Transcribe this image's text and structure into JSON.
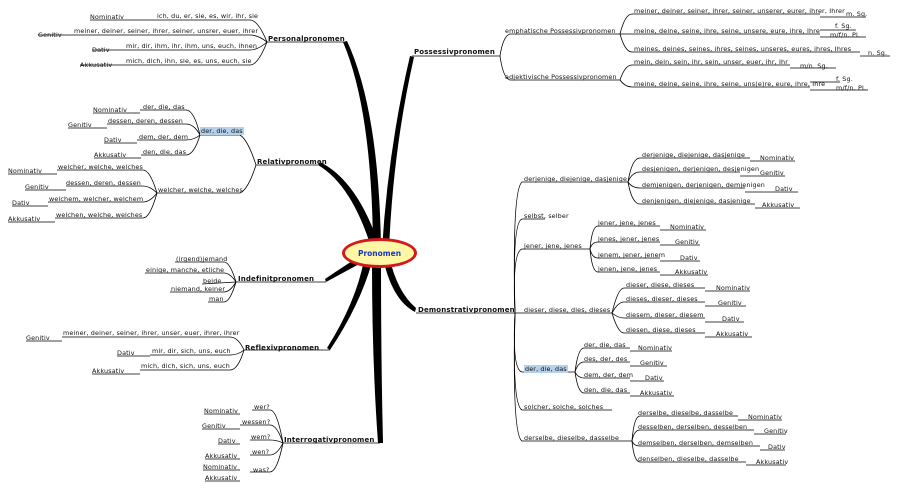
{
  "center": {
    "label": "Pronomen"
  },
  "personal": {
    "title": "Personalpronomen",
    "rows": [
      {
        "case": "Nominativ",
        "text": "ich, du, er, sie, es, wir, ihr, sie"
      },
      {
        "case": "Genitiv",
        "text": "meiner, deiner, seiner, ihrer, seiner, unsrer, euer, ihrer"
      },
      {
        "case": "Dativ",
        "text": "mir, dir, ihm, ihr, ihm, uns, euch, ihnen"
      },
      {
        "case": "Akkusativ",
        "text": "mich, dich, ihn, sie, es, uns, euch, sie"
      }
    ]
  },
  "relativ": {
    "title": "Relativpronomen",
    "group1": {
      "label": "der, die, das",
      "rows": [
        {
          "case": "Nominativ",
          "text": "der, die, das"
        },
        {
          "case": "Genitiv",
          "text": "dessen, deren, dessen"
        },
        {
          "case": "Dativ",
          "text": "dem, der, dem"
        },
        {
          "case": "Akkusativ",
          "text": "den, die, das"
        }
      ]
    },
    "group2": {
      "label": "welcher, welche, welches",
      "rows": [
        {
          "case": "Nominativ",
          "text": "welcher, welche, welches"
        },
        {
          "case": "Genitiv",
          "text": "dessen, deren, dessen"
        },
        {
          "case": "Dativ",
          "text": "welchem, welcher, welchem"
        },
        {
          "case": "Akkusativ",
          "text": "welchen, welche, welches"
        }
      ]
    }
  },
  "indefinit": {
    "title": "Indefinitpronomen",
    "items": [
      "(irgend)jemand",
      "einige, manche, etliche",
      "beide",
      "niemand, keiner",
      "man"
    ]
  },
  "reflexiv": {
    "title": "Reflexivpronomen",
    "rows": [
      {
        "case": "Genitiv",
        "text": "meiner, deiner, seiner, ihrer, unser, euer, ihrer, ihrer"
      },
      {
        "case": "Dativ",
        "text": "mir, dir, sich, uns, euch"
      },
      {
        "case": "Akkusativ",
        "text": "mich, dich, sich, uns, euch"
      }
    ]
  },
  "interrogativ": {
    "title": "Interrogativpronomen",
    "rows": [
      {
        "case": "Nominativ",
        "text": "wer?"
      },
      {
        "case": "Genitiv",
        "text": "wessen?"
      },
      {
        "case": "Dativ",
        "text": "wem?"
      },
      {
        "case": "Akkusativ",
        "text": "wen?"
      }
    ],
    "last": {
      "case1": "Nominativ",
      "case2": "Akkusativ",
      "text": "was?"
    }
  },
  "possessiv": {
    "title": "Possessivpronomen",
    "emph": {
      "label": "emphatische Possessivpronomen",
      "rows": [
        {
          "text": "meiner, deiner, seiner, ihrer, seiner, unserer, eurer, ihrer, Ihrer",
          "tag": "m. Sg."
        },
        {
          "text": "meine, deine, seine, ihre, seine, unsere, eure, ihre, Ihre",
          "tag": "f. Sg.",
          "tag2": "m/f/n. Pl."
        },
        {
          "text": "meines, deines, seines, ihres, seines, unseres, eures, ihres, Ihres",
          "tag": "n. Sg."
        }
      ]
    },
    "adj": {
      "label": "adjektivische Possessivpronomen",
      "rows": [
        {
          "text": "mein, dein, sein, ihr, sein, unser, euer, ihr, Ihr",
          "tag": "m/n. Sg."
        },
        {
          "text": "meine, deine, seine, ihre, seine, uns(e)re, eure, ihre, Ihre",
          "tag": "f. Sg.",
          "tag2": "m/f/n. Pl."
        }
      ]
    }
  },
  "demonstrativ": {
    "title": "Demonstrativpronomen",
    "derjenige": {
      "label": "derjenige, diejenige, dasjenige",
      "rows": [
        {
          "text": "derjenige, diejenige, dasjenige",
          "case": "Nominativ"
        },
        {
          "text": "desjenigen, derjenigen, desjenigen",
          "case": "Genitiv"
        },
        {
          "text": "demjenigen, derjenigen, demjenigen",
          "case": "Dativ"
        },
        {
          "text": "denjenigen, diejenige, dasjenige",
          "case": "Akkusativ"
        }
      ]
    },
    "selbst": {
      "label": "selbst, selber"
    },
    "jener": {
      "label": "jener, jene, jenes",
      "rows": [
        {
          "text": "jener, jene, jenes",
          "case": "Nominativ"
        },
        {
          "text": "jenes, jener, jenes",
          "case": "Genitiv"
        },
        {
          "text": "jenem, jener, jenem",
          "case": "Dativ"
        },
        {
          "text": "jenen, jene, jenes",
          "case": "Akkusativ"
        }
      ]
    },
    "dieser": {
      "label": "dieser, diese, dies, dieses",
      "rows": [
        {
          "text": "dieser, diese, dieses",
          "case": "Nominativ"
        },
        {
          "text": "dieses, dieser, dieses",
          "case": "Genitiv"
        },
        {
          "text": "diesem, dieser, diesem",
          "case": "Dativ"
        },
        {
          "text": "diesen, diese, dieses",
          "case": "Akkusativ"
        }
      ]
    },
    "der": {
      "label": "der, die, das",
      "rows": [
        {
          "text": "der, die, das",
          "case": "Nominativ"
        },
        {
          "text": "des, der, des",
          "case": "Genitiv"
        },
        {
          "text": "dem, der, dem",
          "case": "Dativ"
        },
        {
          "text": "den, die, das",
          "case": "Akkusativ"
        }
      ]
    },
    "solcher": {
      "label": "solcher, solche, solches"
    },
    "derselbe": {
      "label": "derselbe, dieselbe, dasselbe",
      "rows": [
        {
          "text": "derselbe, dieselbe, dasselbe",
          "case": "Nominativ"
        },
        {
          "text": "desselben, derselben, desselben",
          "case": "Genitiv"
        },
        {
          "text": "demselben, derselben, demselben",
          "case": "Dativ"
        },
        {
          "text": "denselben, dieselbe, dasselbe",
          "case": "Akkusativ"
        }
      ]
    }
  }
}
